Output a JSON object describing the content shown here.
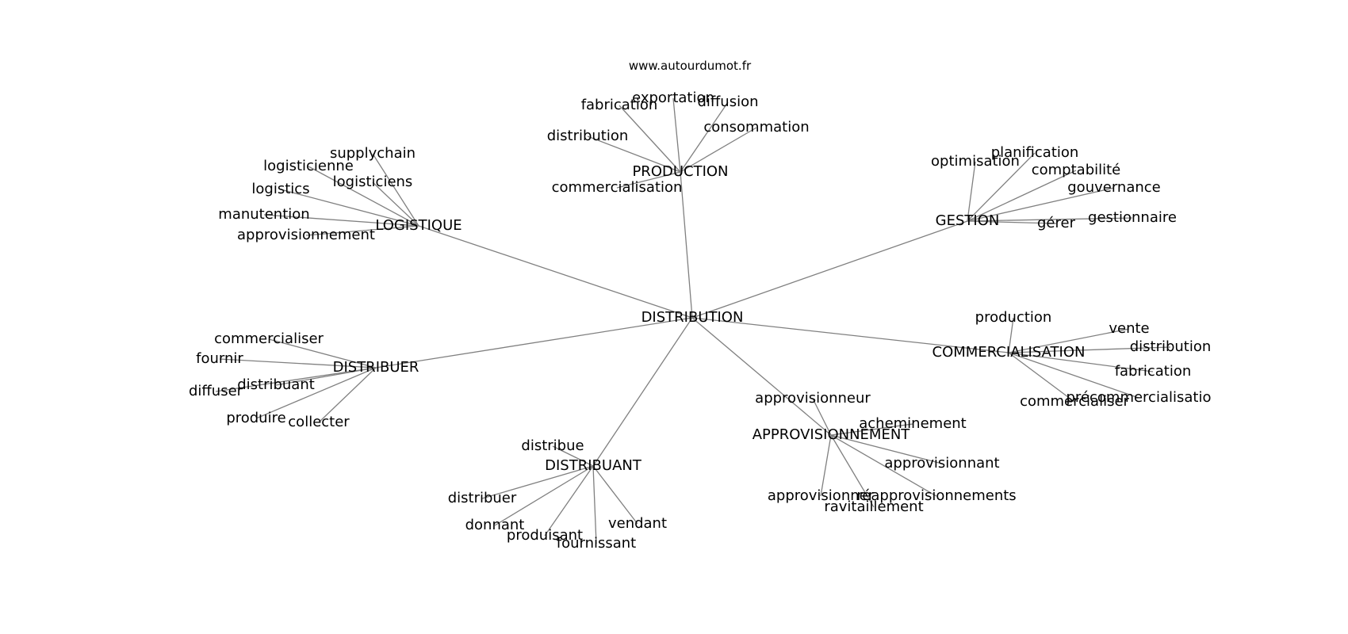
{
  "source": "www.autourdumot.fr",
  "center": "DISTRIBUTION",
  "clusters": [
    {
      "label": "PRODUCTION",
      "leaves": [
        "fabrication",
        "exportation",
        "diffusion",
        "consommation",
        "distribution",
        "commercialisation"
      ]
    },
    {
      "label": "LOGISTIQUE",
      "leaves": [
        "supplychain",
        "logisticienne",
        "logisticiens",
        "logistics",
        "manutention",
        "approvisionnement"
      ]
    },
    {
      "label": "GESTION",
      "leaves": [
        "optimisation",
        "planification",
        "comptabilité",
        "gouvernance",
        "gestionnaire",
        "gérer"
      ]
    },
    {
      "label": "COMMERCIALISATION",
      "leaves": [
        "production",
        "vente",
        "distribution",
        "fabrication",
        "précommercialisatio",
        "commercialiser"
      ]
    },
    {
      "label": "DISTRIBUER",
      "leaves": [
        "commercialiser",
        "fournir",
        "distribuant",
        "diffuser",
        "produire",
        "collecter"
      ]
    },
    {
      "label": "APPROVISIONNEMENT",
      "leaves": [
        "approvisionneur",
        "acheminement",
        "approvisionnant",
        "réapprovisionnements",
        "ravitaillement",
        "approvisionner"
      ]
    },
    {
      "label": "DISTRIBUANT",
      "leaves": [
        "distribue",
        "distribuer",
        "donnant",
        "produisant",
        "fournissant",
        "vendant"
      ]
    }
  ]
}
